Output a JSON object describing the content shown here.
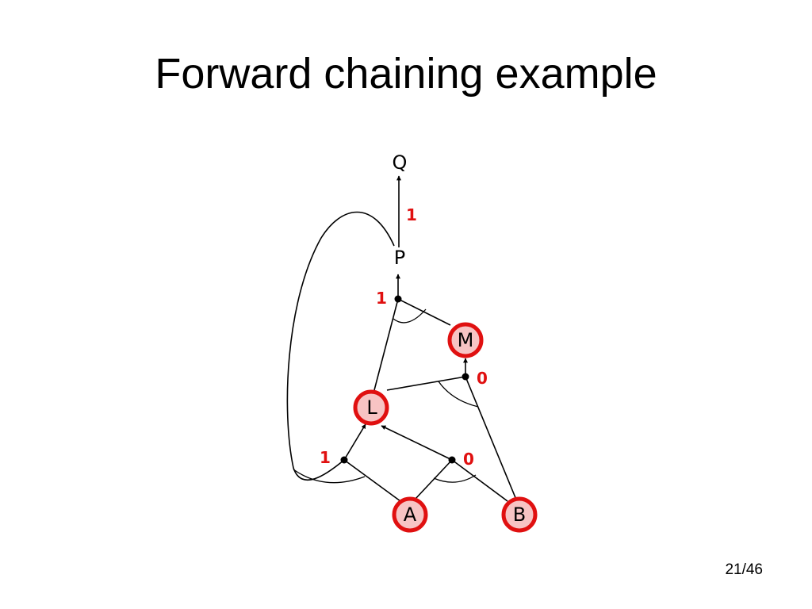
{
  "slide": {
    "title": "Forward chaining example",
    "page_number": "21/46"
  },
  "diagram": {
    "nodes": {
      "Q": "Q",
      "P": "P",
      "M": "M",
      "L": "L",
      "A": "A",
      "B": "B"
    },
    "inferred": [
      "M",
      "L",
      "A",
      "B"
    ],
    "colors": {
      "inferred_fill": "#f7c4c4",
      "inferred_stroke": "#e01010",
      "count_text": "#e01010"
    },
    "counts": {
      "p_to_q": "1",
      "and_p": "1",
      "and_m": "0",
      "and_l1": "1",
      "and_l2": "0"
    }
  }
}
